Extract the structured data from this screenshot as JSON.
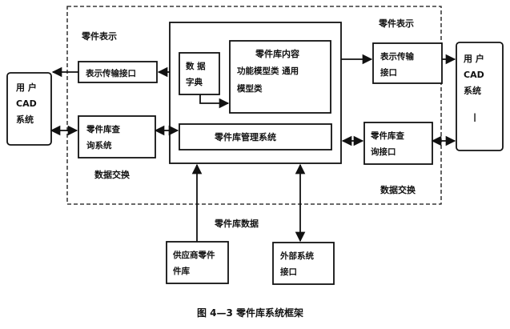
{
  "left_cad": {
    "line1": "用 户",
    "line2": "CAD",
    "line3": "系统"
  },
  "right_cad": {
    "line1": "用 户",
    "line2": "CAD",
    "line3": "系统",
    "cursor": "I"
  },
  "labels": {
    "display_left": "零件表示",
    "display_right": "零件表示",
    "exchange_left": "数据交换",
    "exchange_right": "数据交换",
    "parts_data": "零件库数据"
  },
  "interfaces": {
    "left_display": "表示传输接口",
    "left_query_l1": "零件库查",
    "left_query_l2": "询系统",
    "right_display_l1": "表示传输",
    "right_display_l2": "接口",
    "right_query_l1": "零件库查",
    "right_query_l2": "询接口"
  },
  "core": {
    "dictionary_l1": "数 据",
    "dictionary_l2": "字典",
    "content_title": "零件库内容",
    "content_l1": "功能模型类  通用",
    "content_l2": "模型类",
    "management": "零件库管理系统"
  },
  "bottom": {
    "supplier_l1": "供应商零件",
    "supplier_l2": "件库",
    "external_l1": "外部系统",
    "external_l2": "接口"
  },
  "caption": "图 4—3   零件库系统框架"
}
